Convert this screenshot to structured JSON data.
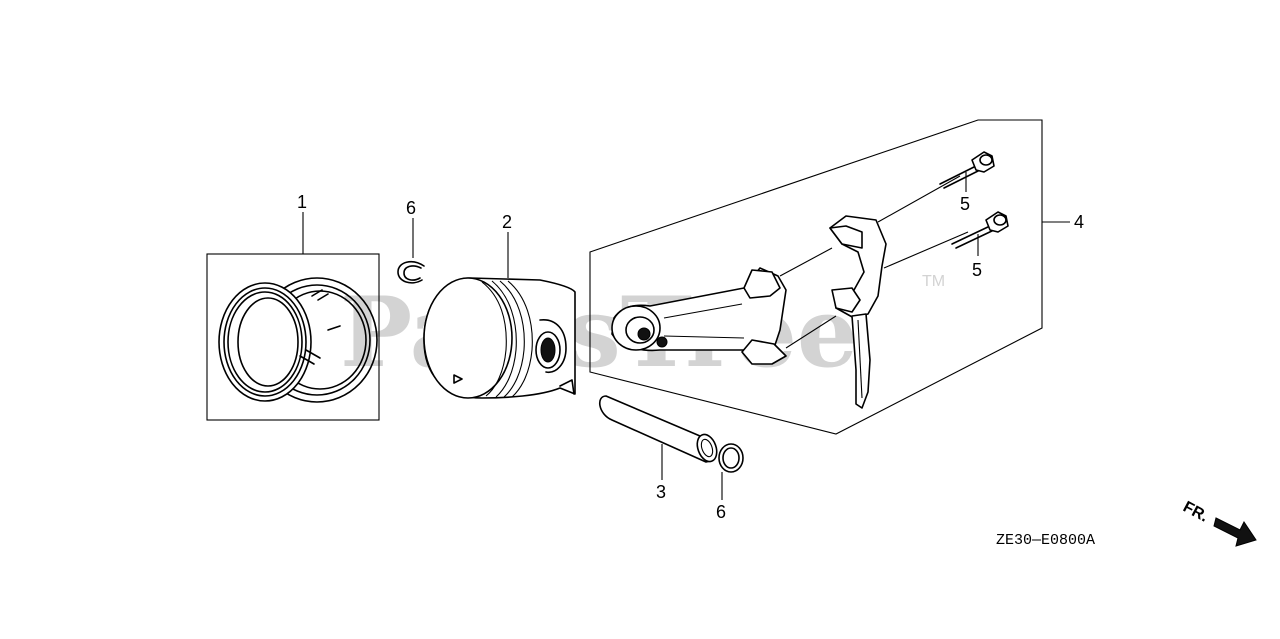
{
  "watermark": {
    "text": "PartsTree",
    "trademark": "TM"
  },
  "callouts": {
    "piston_ring_set": "1",
    "piston": "2",
    "piston_pin": "3",
    "connecting_rod_assembly": "4",
    "rod_bolt_upper": "5",
    "rod_bolt_lower": "5",
    "pin_clip_left": "6",
    "pin_clip_right": "6"
  },
  "diagram_code": "ZE30—E0800A",
  "direction_label": "FR.",
  "colors": {
    "line": "#000000",
    "watermark": "#d3d3d3",
    "background": "#ffffff"
  }
}
